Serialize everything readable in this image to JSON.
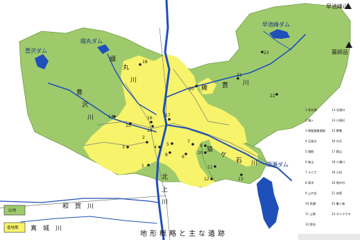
{
  "map": {
    "title": "地形概略と主な遺跡",
    "colors": {
      "mountain": "#9fca6c",
      "lowland": "#f7f36a",
      "river": "#1f4fb8",
      "road": "#7a7a7a"
    },
    "legend": {
      "mountain_label": "山地",
      "lowland_label": "低地帯"
    },
    "peaks": [
      {
        "name": "早池峰山"
      },
      {
        "name": "薬師岳"
      }
    ],
    "dams": [
      {
        "name": "早池峰ダム"
      },
      {
        "name": "綴丸ダム"
      },
      {
        "name": "豊沢ダム"
      },
      {
        "name": "田瀬ダム"
      }
    ],
    "river_chars": {
      "tsuzura": [
        "綴",
        "丸",
        "川"
      ],
      "toyosawa": [
        "豊",
        "沢",
        "川"
      ],
      "hieno": [
        "稗",
        "貫",
        "川"
      ],
      "sarugaishi": [
        "猿",
        "ケ",
        "石",
        "川"
      ],
      "kitakami": [
        "北",
        "上",
        "川"
      ],
      "waga": [
        "和",
        "賀",
        "川"
      ],
      "makita": [
        "真",
        "城",
        "川"
      ]
    },
    "sites": [
      "1",
      "2",
      "3",
      "4",
      "5",
      "6",
      "7",
      "8",
      "9",
      "10",
      "11",
      "12",
      "13",
      "14",
      "15",
      "16",
      "17",
      "18",
      "19",
      "20",
      "21",
      "22",
      "23"
    ],
    "site_legend": [
      "1 塚羽場",
      "2 権ヶ",
      "3 柿間屋敷遺跡",
      "4 石鳥谷",
      "5 鍋割",
      "6 新山",
      "7 十二丁",
      "8 高木",
      "9 上の台",
      "10 高瀬",
      "11 上駒",
      "12 野台",
      "13 北湯口",
      "14 小猿沢",
      "15 稗貫",
      "16 大沢",
      "17 館山",
      "18 小瀬川",
      "19 小松",
      "20 堀の内",
      "21 安俵",
      "22 亀ヶ森",
      "23 タイマグラ"
    ]
  }
}
